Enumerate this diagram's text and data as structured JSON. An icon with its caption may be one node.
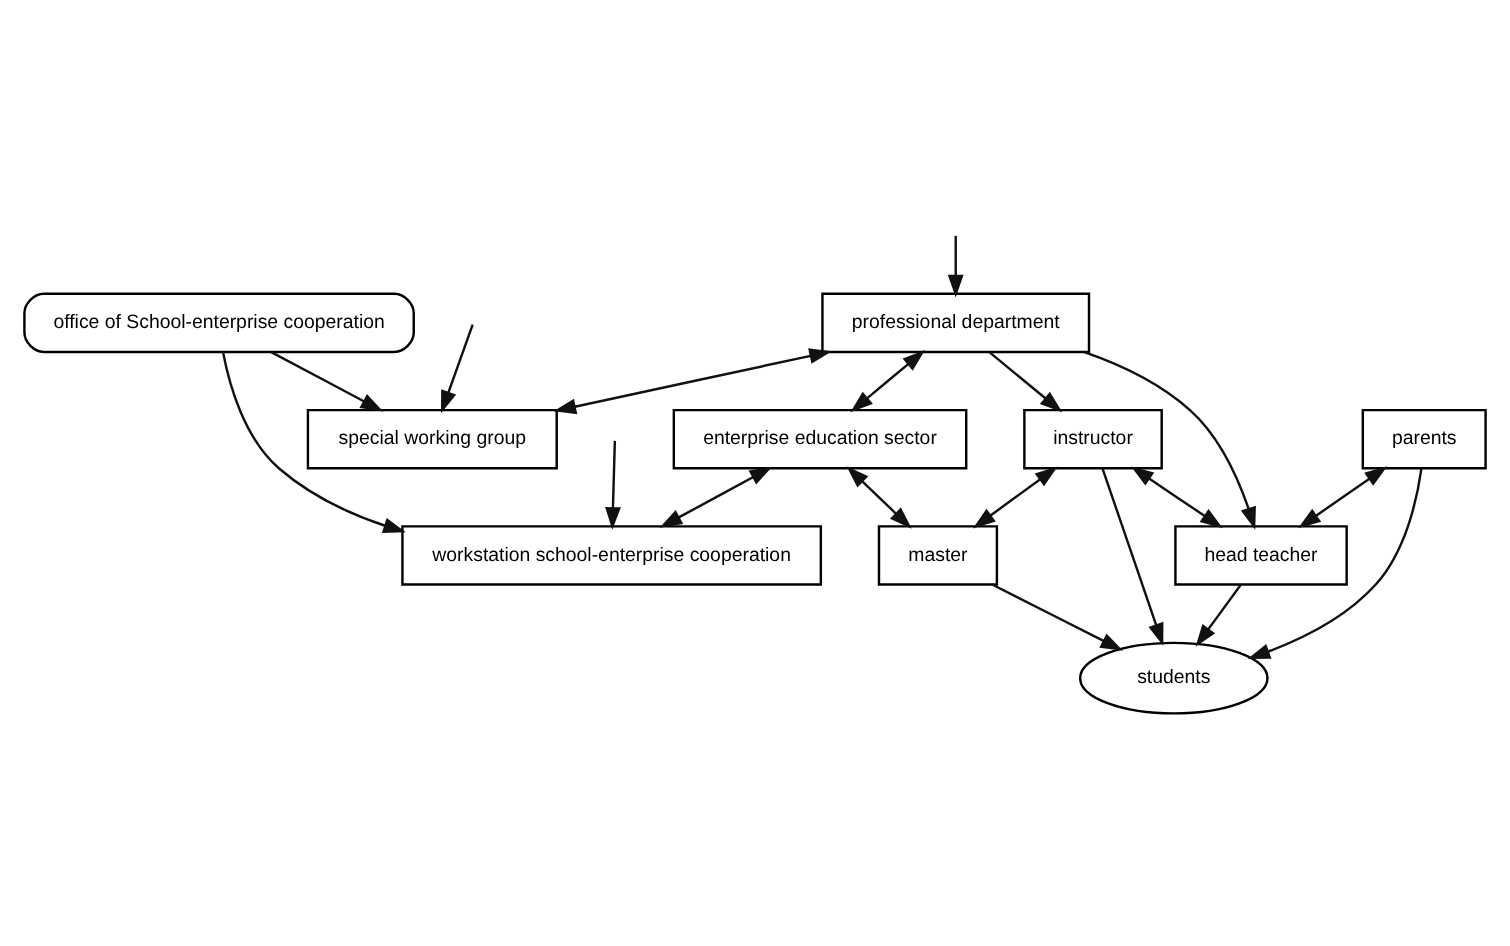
{
  "diagram": {
    "nodes": [
      {
        "text": [
          "enterprise education sector"
        ]
      },
      {
        "text": [
          "workstation school-enterprise cooperation"
        ]
      },
      {
        "text": [
          "master"
        ]
      },
      {
        "text": [
          "parents"
        ]
      },
      {
        "text": [
          "students"
        ]
      },
      {
        "text": [
          "office of School-enterprise cooperation"
        ]
      },
      {
        "text": [
          "instructor"
        ]
      },
      {
        "text": [
          "head teacher"
        ]
      },
      {
        "text": [
          "professional department"
        ]
      },
      {
        "text": [
          "special working group"
        ]
      }
    ],
    "edges": [
      {
        "from": 0,
        "to": 1,
        "arrow": "both"
      },
      {
        "from": 0,
        "to": 2,
        "arrow": "both"
      },
      {
        "from": 2,
        "to": 4,
        "arrow": "to"
      },
      {
        "from": 3,
        "to": 4,
        "arrow": "to"
      },
      {
        "from": 6,
        "to": 2,
        "arrow": "both"
      },
      {
        "from": 6,
        "to": 4,
        "arrow": "to"
      },
      {
        "from": 7,
        "to": 4,
        "arrow": "to"
      },
      {
        "from": 3,
        "to": 7,
        "arrow": "both"
      },
      {
        "from": 6,
        "to": 7,
        "arrow": "both"
      },
      {
        "from": 8,
        "to": 6,
        "arrow": "to"
      },
      {
        "from": 8,
        "to": 7,
        "arrow": "to"
      },
      {
        "from": 8,
        "to": 0,
        "arrow": "both"
      },
      {
        "from": 8,
        "to": 9,
        "arrow": "both"
      },
      {
        "from": 5,
        "to": 1,
        "arrow": "to"
      },
      {
        "from": 5,
        "to": 9,
        "arrow": "to"
      },
      {
        "from": null,
        "to": 1,
        "arrow": "to"
      },
      {
        "from": null,
        "to": 9,
        "arrow": "to"
      },
      {
        "from": null,
        "to": 8,
        "arrow": "to"
      }
    ]
  }
}
